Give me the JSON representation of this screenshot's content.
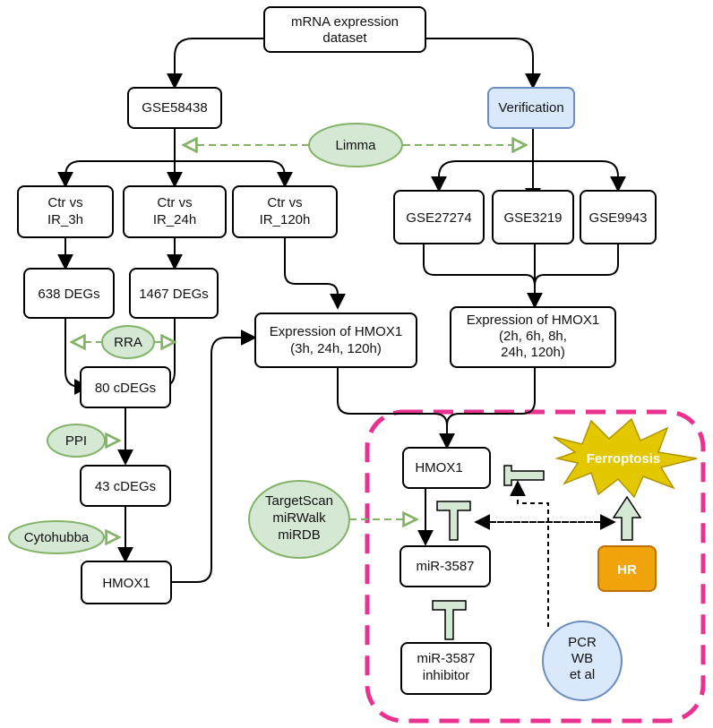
{
  "nodes": {
    "mrna_dataset": [
      "mRNA expression",
      "dataset"
    ],
    "gse58438": [
      "GSE58438"
    ],
    "verification": [
      "Verification"
    ],
    "limma": [
      "Limma"
    ],
    "ctr_ir3": [
      "Ctr vs",
      "IR_3h"
    ],
    "ctr_ir24": [
      "Ctr vs",
      "IR_24h"
    ],
    "ctr_ir120": [
      "Ctr vs",
      "IR_120h"
    ],
    "gse27274": [
      "GSE27274"
    ],
    "gse3219": [
      "GSE3219"
    ],
    "gse9943": [
      "GSE9943"
    ],
    "degs638": [
      "638 DEGs"
    ],
    "degs1467": [
      "1467 DEGs"
    ],
    "rra": [
      "RRA"
    ],
    "expr_hmox1_left": [
      "Expression of HMOX1",
      "(3h, 24h, 120h)"
    ],
    "expr_hmox1_right": [
      "Expression of HMOX1",
      "(2h, 6h, 8h,",
      "24h, 120h)"
    ],
    "cdegs80": [
      "80 cDEGs"
    ],
    "ppi": [
      "PPI"
    ],
    "cdegs43": [
      "43 cDEGs"
    ],
    "cytohubba": [
      "Cytohubba"
    ],
    "hmox1_left": [
      "HMOX1"
    ],
    "hmox1_box": [
      "HMOX1"
    ],
    "targetscan": [
      "TargetScan",
      "miRWalk",
      "miRDB"
    ],
    "mir3587": [
      "miR-3587"
    ],
    "mir3587_inhibitor": [
      "miR-3587",
      "inhibitor"
    ],
    "ferroptosis": [
      "Ferroptosis"
    ],
    "hr": [
      "HR"
    ],
    "pcr": [
      "PCR",
      "WB",
      "et al"
    ]
  },
  "colors": {
    "green_fill": "#d5e8d4",
    "green_stroke": "#82b366",
    "blue_fill": "#dae8fc",
    "blue_stroke": "#6c8ebf",
    "orange_fill": "#f0a30a",
    "star_fill": "#e3c800",
    "pink_border": "#e9318f"
  }
}
